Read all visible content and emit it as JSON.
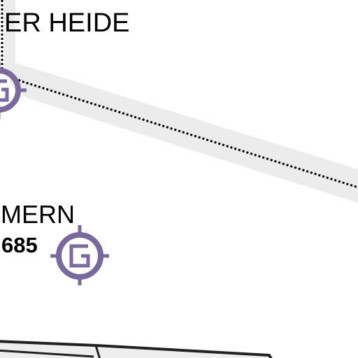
{
  "map": {
    "labels": {
      "place_upper": "ER HEIDE",
      "place_lower": "MERN",
      "elevation": "685"
    },
    "symbols": [
      {
        "type": "glider-site",
        "glyph": "G"
      },
      {
        "type": "glider-site",
        "glyph": "G"
      }
    ],
    "colors": {
      "background": "#ffffff",
      "symbol": "#7a6a9c",
      "boundary_band": "#ececec",
      "boundary_line": "#000000",
      "road_outline": "#222222",
      "road_fill": "#eeeeee",
      "text": "#000000"
    }
  }
}
